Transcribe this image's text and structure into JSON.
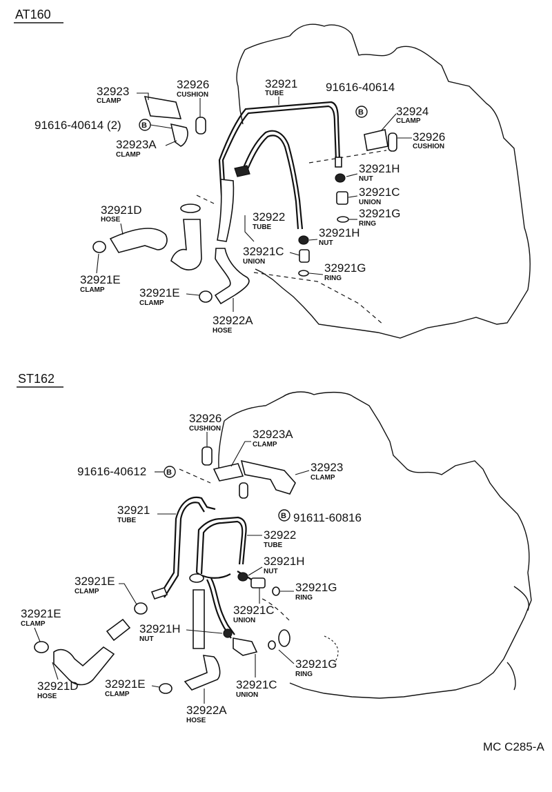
{
  "sections": {
    "top": {
      "title": "AT160"
    },
    "bottom": {
      "title": "ST162"
    }
  },
  "bolt_symbol": "B",
  "labels_top": [
    {
      "num": "32923",
      "name": "CLAMP"
    },
    {
      "num": "32926",
      "name": "CUSHION"
    },
    {
      "num": "32921",
      "name": "TUBE"
    },
    {
      "num": "91616-40614",
      "name": ""
    },
    {
      "num": "32924",
      "name": "CLAMP"
    },
    {
      "num": "32926",
      "name": "CUSHION"
    },
    {
      "num": "91616-40614 (2)",
      "name": ""
    },
    {
      "num": "32923A",
      "name": "CLAMP"
    },
    {
      "num": "32921H",
      "name": "NUT"
    },
    {
      "num": "32921C",
      "name": "UNION"
    },
    {
      "num": "32921G",
      "name": "RING"
    },
    {
      "num": "32921D",
      "name": "HOSE"
    },
    {
      "num": "32922",
      "name": "TUBE"
    },
    {
      "num": "32921H",
      "name": "NUT"
    },
    {
      "num": "32921C",
      "name": "UNION"
    },
    {
      "num": "32921G",
      "name": "RING"
    },
    {
      "num": "32921E",
      "name": "CLAMP"
    },
    {
      "num": "32921E",
      "name": "CLAMP"
    },
    {
      "num": "32922A",
      "name": "HOSE"
    }
  ],
  "labels_bottom": [
    {
      "num": "32926",
      "name": "CUSHION"
    },
    {
      "num": "32923A",
      "name": "CLAMP"
    },
    {
      "num": "91616-40612",
      "name": ""
    },
    {
      "num": "32923",
      "name": "CLAMP"
    },
    {
      "num": "91611-60816",
      "name": ""
    },
    {
      "num": "32921",
      "name": "TUBE"
    },
    {
      "num": "32922",
      "name": "TUBE"
    },
    {
      "num": "32921H",
      "name": "NUT"
    },
    {
      "num": "32921E",
      "name": "CLAMP"
    },
    {
      "num": "32921G",
      "name": "RING"
    },
    {
      "num": "32921C",
      "name": "UNION"
    },
    {
      "num": "32921E",
      "name": "CLAMP"
    },
    {
      "num": "32921H",
      "name": "NUT"
    },
    {
      "num": "32921G",
      "name": "RING"
    },
    {
      "num": "32921D",
      "name": "HOSE"
    },
    {
      "num": "32921E",
      "name": "CLAMP"
    },
    {
      "num": "32921C",
      "name": "UNION"
    },
    {
      "num": "32922A",
      "name": "HOSE"
    }
  ],
  "footer_code": "MC C285-A"
}
